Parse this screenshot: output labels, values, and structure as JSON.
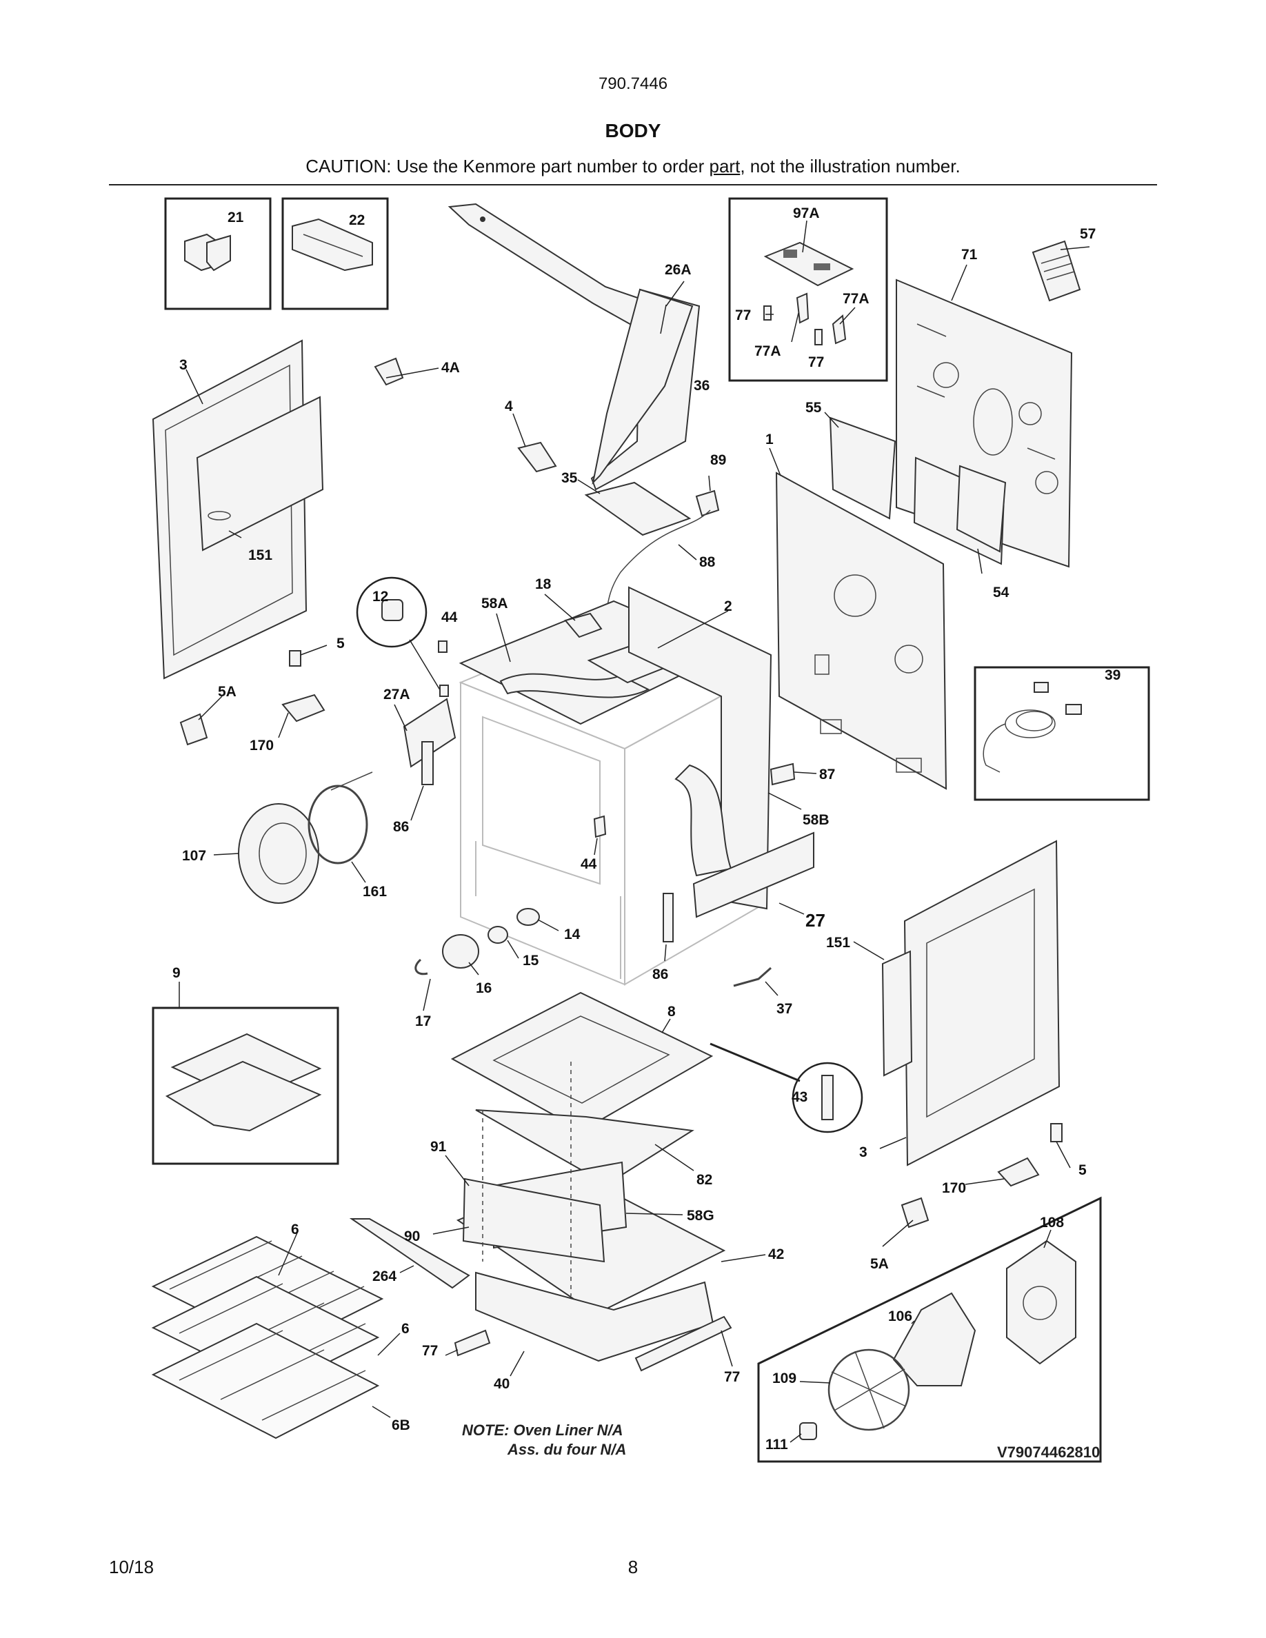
{
  "header": {
    "model": "790.7446",
    "title": "BODY",
    "caution_prefix": "CAUTION: Use the Kenmore part number to order ",
    "caution_link": "part",
    "caution_suffix": ", not the illustration number."
  },
  "notes": {
    "line1": "NOTE: Oven Liner N/A",
    "line2": "Ass. du four N/A"
  },
  "diagram_code": "V79074462810",
  "callouts": {
    "c21": "21",
    "c22": "22",
    "c26A": "26A",
    "c97A": "97A",
    "c57": "57",
    "c71": "71",
    "c77a": "77",
    "c77A_a": "77A",
    "c77A_b": "77A",
    "c77b": "77",
    "c3a": "3",
    "c4A": "4A",
    "c36": "36",
    "c55": "55",
    "c4": "4",
    "c1": "1",
    "c89": "89",
    "c35": "35",
    "c151a": "151",
    "c88": "88",
    "c54": "54",
    "c12": "12",
    "c44a": "44",
    "c58A": "58A",
    "c18": "18",
    "c2": "2",
    "c39": "39",
    "c5a": "5",
    "c5Aa": "5A",
    "c27A": "27A",
    "c170a": "170",
    "c87": "87",
    "c86a": "86",
    "c58B": "58B",
    "c107": "107",
    "c44b": "44",
    "c161": "161",
    "c14": "14",
    "c27": "27",
    "c151b": "151",
    "c15": "15",
    "c86b": "86",
    "c9": "9",
    "c16": "16",
    "c37": "37",
    "c17": "17",
    "c8": "8",
    "c43": "43",
    "c3b": "3",
    "c5b": "5",
    "c91": "91",
    "c82": "82",
    "c170b": "170",
    "c58G": "58G",
    "c108": "108",
    "c6a": "6",
    "c90": "90",
    "c42": "42",
    "c5Ab": "5A",
    "c264": "264",
    "c6b": "6",
    "c106": "106",
    "c77c": "77",
    "c40": "40",
    "c77d": "77",
    "c109": "109",
    "c6B": "6B",
    "c111": "111"
  },
  "footer": {
    "date": "10/18",
    "page": "8"
  }
}
